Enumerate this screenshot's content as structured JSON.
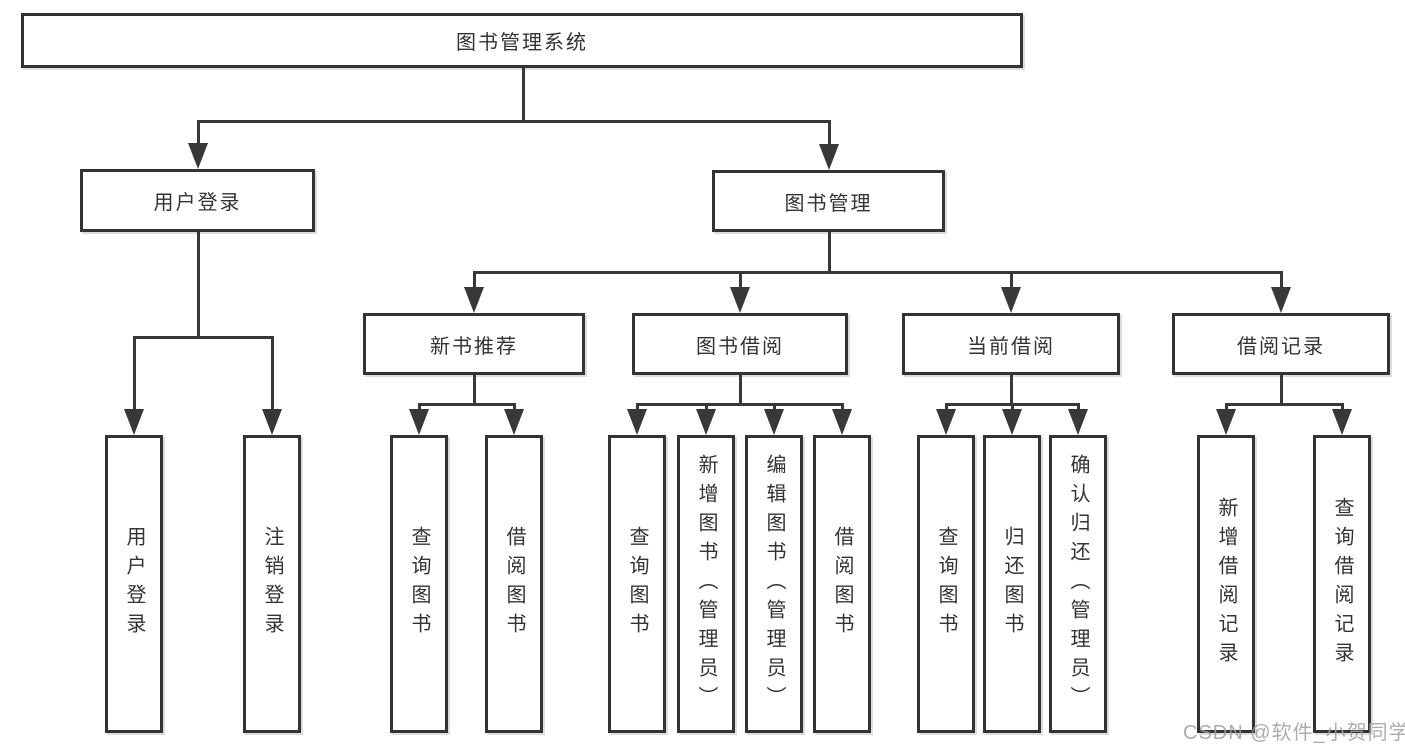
{
  "colors": {
    "line": "#383838",
    "box-border": "#333333",
    "box-bg": "#ffffff",
    "text": "#333333",
    "watermark": "#9e9e9e",
    "bg": "#ffffff"
  },
  "diagram": {
    "root": {
      "label": "图书管理系统"
    },
    "level2": [
      {
        "id": "user-login",
        "label": "用户登录"
      },
      {
        "id": "book-management",
        "label": "图书管理"
      }
    ],
    "level3": [
      {
        "id": "new-book-recommend",
        "parent": "图书管理",
        "label": "新书推荐"
      },
      {
        "id": "book-borrowing",
        "parent": "图书管理",
        "label": "图书借阅"
      },
      {
        "id": "current-borrowing",
        "parent": "图书管理",
        "label": "当前借阅"
      },
      {
        "id": "borrowing-records",
        "parent": "图书管理",
        "label": "借阅记录"
      }
    ],
    "leaves": [
      {
        "parent": "用户登录",
        "label": "用户登录"
      },
      {
        "parent": "用户登录",
        "label": "注销登录"
      },
      {
        "parent": "新书推荐",
        "label": "查询图书"
      },
      {
        "parent": "新书推荐",
        "label": "借阅图书"
      },
      {
        "parent": "图书借阅",
        "label": "查询图书"
      },
      {
        "parent": "图书借阅",
        "label": "新增图书（管理员）"
      },
      {
        "parent": "图书借阅",
        "label": "编辑图书（管理员）"
      },
      {
        "parent": "图书借阅",
        "label": "借阅图书"
      },
      {
        "parent": "当前借阅",
        "label": "查询图书"
      },
      {
        "parent": "当前借阅",
        "label": "归还图书"
      },
      {
        "parent": "当前借阅",
        "label": "确认归还（管理员）"
      },
      {
        "parent": "借阅记录",
        "label": "新增借阅记录"
      },
      {
        "parent": "借阅记录",
        "label": "查询借阅记录"
      }
    ],
    "watermark": "CSDN @软件_小贺同学"
  }
}
